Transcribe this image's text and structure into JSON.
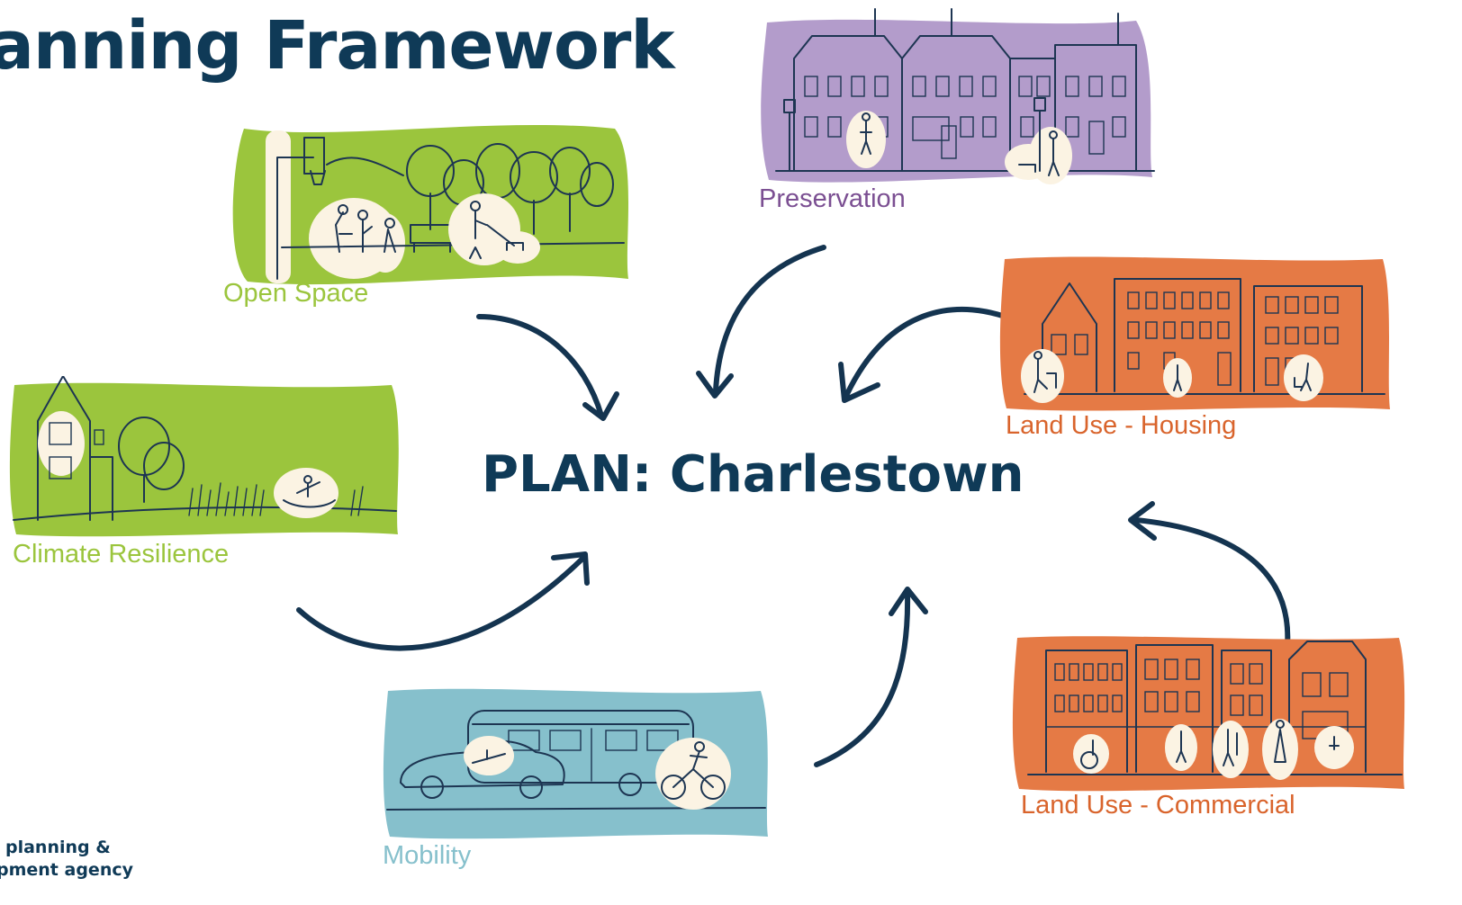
{
  "title": "anning Framework",
  "center": "PLAN: Charlestown",
  "agency": {
    "line1": "planning &",
    "line2": "pment agency"
  },
  "colors": {
    "navy": "#0f3a57",
    "green": "#9bc53d",
    "purple": "#b39ccb",
    "orange": "#e57a45",
    "blue": "#86c0cc"
  },
  "topics": {
    "open_space": {
      "label": "Open Space",
      "color": "#9bc53d"
    },
    "preservation": {
      "label": "Preservation",
      "color": "#7b4f92"
    },
    "housing": {
      "label": "Land Use - Housing",
      "color": "#d9642c"
    },
    "climate": {
      "label": "Climate Resilience",
      "color": "#9bc53d"
    },
    "commercial": {
      "label": "Land Use - Commercial",
      "color": "#d9642c"
    },
    "mobility": {
      "label": "Mobility",
      "color": "#86c0cc"
    }
  }
}
